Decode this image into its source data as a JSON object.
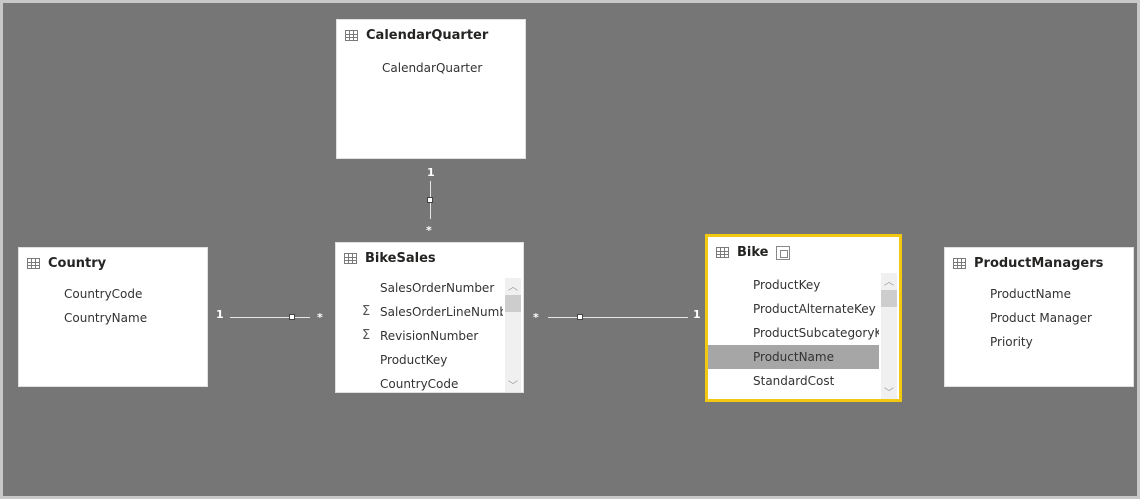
{
  "tables": {
    "calendar_quarter": {
      "name": "CalendarQuarter",
      "fields": [
        "CalendarQuarter"
      ]
    },
    "country": {
      "name": "Country",
      "fields": [
        "CountryCode",
        "CountryName"
      ]
    },
    "bike_sales": {
      "name": "BikeSales",
      "fields": [
        "SalesOrderNumber",
        "SalesOrderLineNumb",
        "RevisionNumber",
        "ProductKey",
        "CountryCode"
      ],
      "sum_fields": [
        false,
        true,
        true,
        false,
        false
      ]
    },
    "bike": {
      "name": "Bike",
      "fields": [
        "ProductKey",
        "ProductAlternateKey",
        "ProductSubcategoryK",
        "ProductName",
        "StandardCost"
      ],
      "highlighted": "ProductName",
      "selected": true
    },
    "product_managers": {
      "name": "ProductManagers",
      "fields": [
        "ProductName",
        "Product Manager",
        "Priority"
      ]
    }
  },
  "relationships": [
    {
      "from": "BikeSales",
      "to": "CalendarQuarter",
      "from_card": "*",
      "to_card": "1"
    },
    {
      "from": "BikeSales",
      "to": "Country",
      "from_card": "*",
      "to_card": "1"
    },
    {
      "from": "BikeSales",
      "to": "Bike",
      "from_card": "*",
      "to_card": "1"
    }
  ],
  "colors": {
    "canvas": "#767676",
    "selection": "#f2c811",
    "highlight": "#a6a6a6"
  },
  "icons": {
    "table": "table-grid-icon",
    "hidden": "hidden-view-icon",
    "measure": "sigma-icon"
  }
}
